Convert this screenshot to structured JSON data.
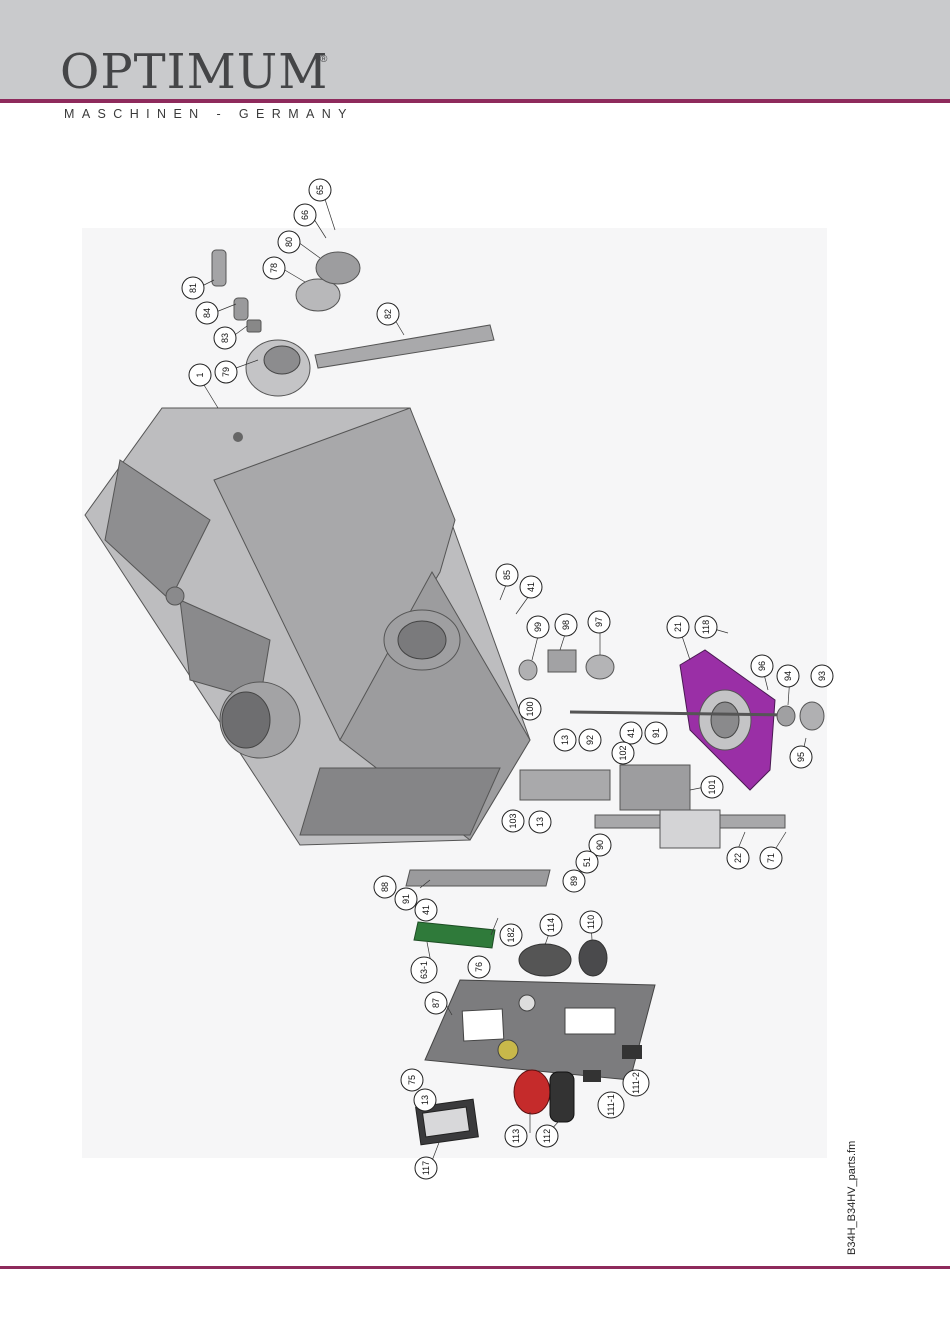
{
  "header": {
    "logo": "OPTIMUM",
    "registered_mark": "®",
    "subtitle": "MASCHINEN - GERMANY"
  },
  "footer": {
    "filename": "B34H_B34HV_parts.fm"
  },
  "colors": {
    "header_bg": "#c9cacc",
    "accent_rule": "#8e2a5c",
    "housing": "#b9b9bb",
    "bracket": "#9a2fa6",
    "pcb": "#2f7a3a"
  },
  "part_labels": [
    "1",
    "79",
    "83",
    "84",
    "81",
    "78",
    "80",
    "66",
    "65",
    "82",
    "85",
    "41",
    "99",
    "98",
    "97",
    "100",
    "21",
    "118",
    "96",
    "94",
    "93",
    "95",
    "13",
    "92",
    "41",
    "91",
    "102",
    "101",
    "103",
    "13",
    "90",
    "51",
    "89",
    "22",
    "71",
    "88",
    "91",
    "41",
    "182",
    "63-1",
    "76",
    "114",
    "110",
    "87",
    "75",
    "13",
    "117",
    "113",
    "112",
    "111-1",
    "111-2"
  ]
}
